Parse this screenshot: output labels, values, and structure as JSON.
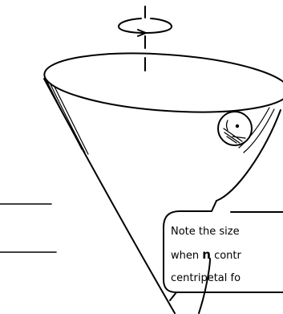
{
  "note": {
    "line1": "Note the size",
    "line2_prefix": "when ",
    "line2_symbol": "n",
    "line2_suffix": " contr",
    "line3": "centripetal fo"
  },
  "colors": {
    "ink": "#000000",
    "background": "#ffffff"
  },
  "icons": {
    "rotation": "rotation-arrow-icon",
    "ball": "ball-icon"
  }
}
